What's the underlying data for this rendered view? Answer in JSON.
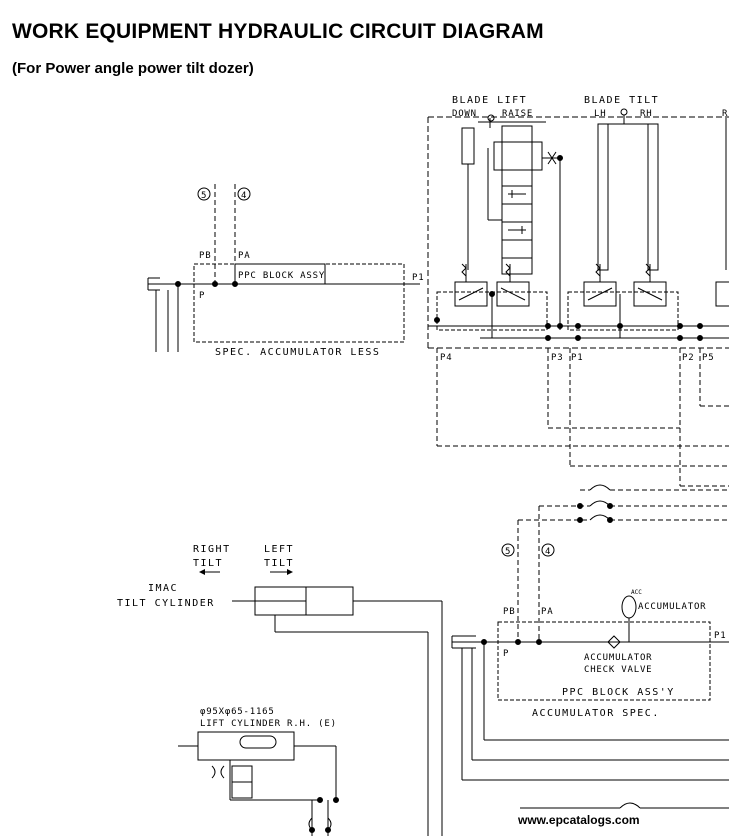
{
  "header": {
    "title": "WORK EQUIPMENT HYDRAULIC CIRCUIT DIAGRAM",
    "subtitle": "(For Power angle power tilt dozer)"
  },
  "upper": {
    "blade_lift": "BLADE LIFT",
    "down": "DOWN",
    "raise": "RAISE",
    "blade_tilt": "BLADE TILT",
    "lh": "LH",
    "rh": "RH",
    "r_partial": "R",
    "circle_5": "5",
    "circle_4": "4",
    "pb": "PB",
    "pa": "PA",
    "p": "P",
    "p1": "P1",
    "ppc_block": "PPC BLOCK ASSY",
    "spec_accumulator_less": "SPEC. ACCUMULATOR LESS",
    "p4": "P4",
    "p3": "P3",
    "p1b": "P1",
    "p2": "P2",
    "p5": "P5"
  },
  "lower": {
    "right_tilt_1": "RIGHT",
    "right_tilt_2": "TILT",
    "left_tilt_1": "LEFT",
    "left_tilt_2": "TILT",
    "imac_1": "IMAC",
    "imac_2": "TILT CYLINDER",
    "circle_5": "5",
    "circle_4": "4",
    "acc": "ACC",
    "accumulator": "ACCUMULATOR",
    "pb": "PB",
    "pa": "PA",
    "p": "P",
    "p1": "P1",
    "check_valve_1": "ACCUMULATOR",
    "check_valve_2": "CHECK VALVE",
    "ppc_block": "PPC BLOCK ASS'Y",
    "accumulator_spec": "ACCUMULATOR SPEC.",
    "lift_cyl_1": "φ95Xφ65-1165",
    "lift_cyl_2": "LIFT CYLINDER R.H. (E)"
  },
  "watermark": "www.epcatalogs.com"
}
